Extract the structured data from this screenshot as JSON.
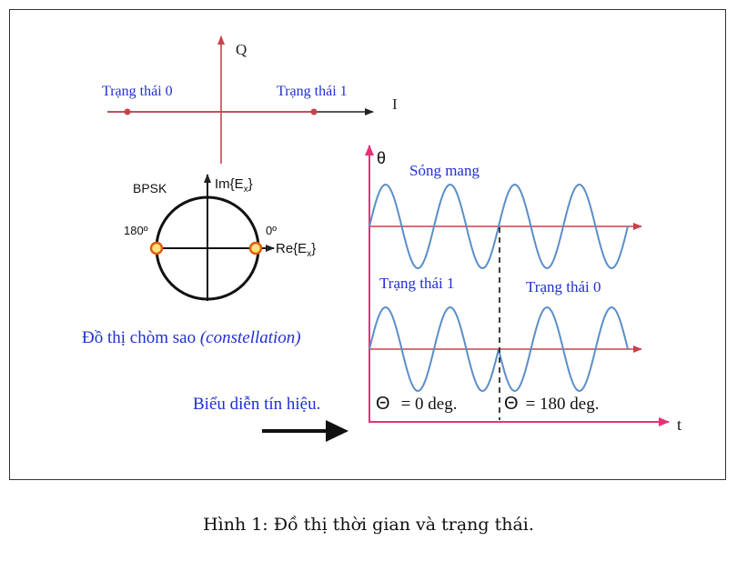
{
  "iq_plane": {
    "axis_q": "Q",
    "axis_i": "I",
    "state0_label": "Trạng thái 0",
    "state1_label": "Trạng thái 1"
  },
  "constellation": {
    "title": "BPSK",
    "im_label": "Im{E",
    "im_sub": "x",
    "im_close": "}",
    "re_label": "Re{E",
    "re_sub": "x",
    "re_close": "}",
    "angle_180": "180º",
    "angle_0": "0º",
    "caption_main": "Đồ thị chòm sao ",
    "caption_italic": "(constellation)"
  },
  "signal_label": "Biểu diễn tín hiệu.",
  "waveform": {
    "theta_axis": "θ",
    "carrier_label": "Sóng mang",
    "state1_label": "Trạng thái 1",
    "state0_label": "Trạng thái 0",
    "phase0_symbol": "Θ",
    "phase0_text": "= 0 deg.",
    "phase180_symbol": "Θ",
    "phase180_text": "= 180 deg.",
    "time_axis": "t"
  },
  "caption": "Hình 1: Đồ thị thời gian và trạng thái.",
  "colors": {
    "axis_red": "#c8414b",
    "time_axis_magenta": "#e8307a",
    "wave_blue": "#5b8ec9",
    "label_blue": "#1f2fd6",
    "dot_yellow": "#ffe27a",
    "dot_orange": "#e05a10",
    "frame": "#333333"
  }
}
